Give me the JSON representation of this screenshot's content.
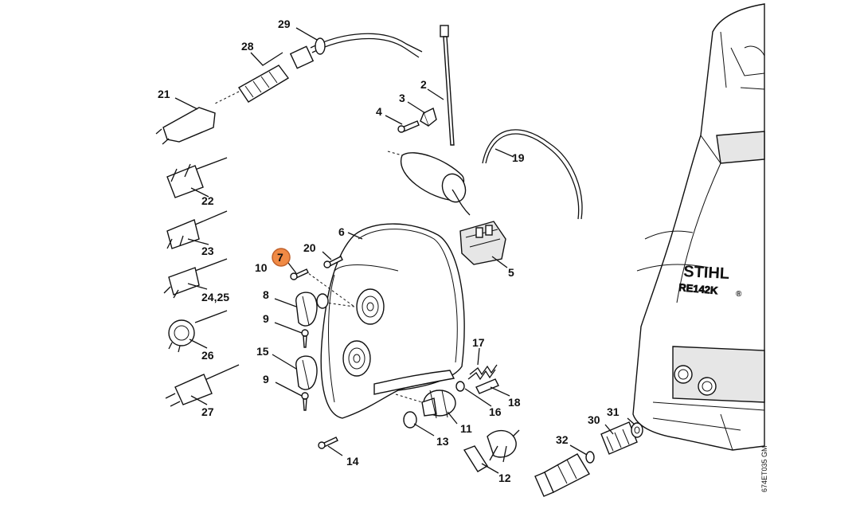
{
  "callouts": {
    "p2": "2",
    "p3": "3",
    "p4": "4",
    "p5": "5",
    "p6": "6",
    "p7": "7",
    "p8": "8",
    "p9a": "9",
    "p9b": "9",
    "p10": "10",
    "p11": "11",
    "p12": "12",
    "p13": "13",
    "p14": "14",
    "p15": "15",
    "p16": "16",
    "p17": "17",
    "p18": "18",
    "p19": "19",
    "p20": "20",
    "p21": "21",
    "p22": "22",
    "p23": "23",
    "p24_25": "24,25",
    "p26": "26",
    "p27": "27",
    "p28": "28",
    "p29": "29",
    "p30": "30",
    "p31": "31",
    "p32": "32"
  },
  "highlight": {
    "color": "#f08a45"
  },
  "machine": {
    "brand": "STIHL",
    "registered": "®",
    "model": "RE142K"
  },
  "drawing_code": "674ET035 GM"
}
